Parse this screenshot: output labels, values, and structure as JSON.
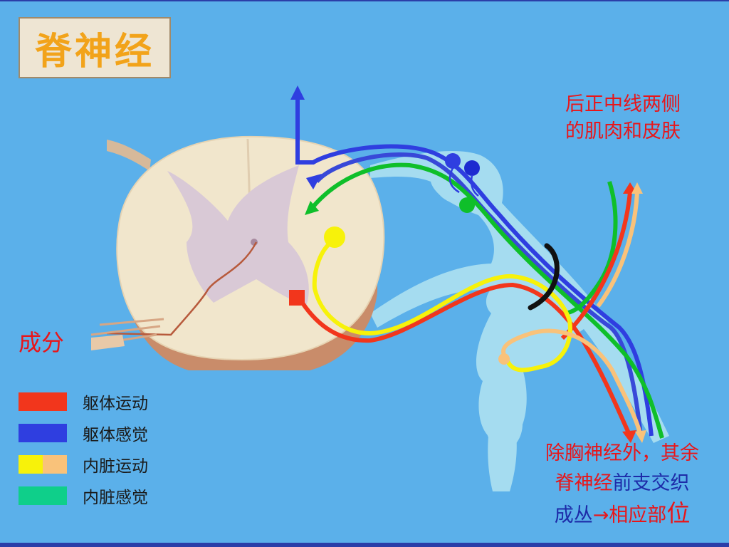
{
  "title": "脊神经",
  "top_note": [
    "后正中线两侧",
    "的肌肉和皮肤"
  ],
  "section_label": "成分",
  "legend": [
    {
      "label": "躯体运动",
      "colors": [
        "#f2361c"
      ]
    },
    {
      "label": "躯体感觉",
      "colors": [
        "#2f3ee0"
      ]
    },
    {
      "label": "内脏运动",
      "colors": [
        "#f7f20a",
        "#f9c27a"
      ]
    },
    {
      "label": "内脏感觉",
      "colors": [
        "#0fcf8a"
      ]
    }
  ],
  "bottom_note": {
    "line1": "除胸神经外，其余",
    "line2_red": "脊神经",
    "line2_blue": "前支交织",
    "line3_blue": "成丛",
    "line3_red": "→相应部",
    "line3_big": "位"
  },
  "colors": {
    "background": "#5bb0ea",
    "somatic_motor": "#f2361c",
    "somatic_sensory": "#2f3ee0",
    "visceral_motor": "#f7f20a",
    "visceral_motor_secondary": "#f9c27a",
    "visceral_sensory": "#0fcf8a",
    "nerve_outline": "#a5dcf0",
    "spinal_cord": "#f1e6cc",
    "grey_matter": "#d9c9d6"
  }
}
